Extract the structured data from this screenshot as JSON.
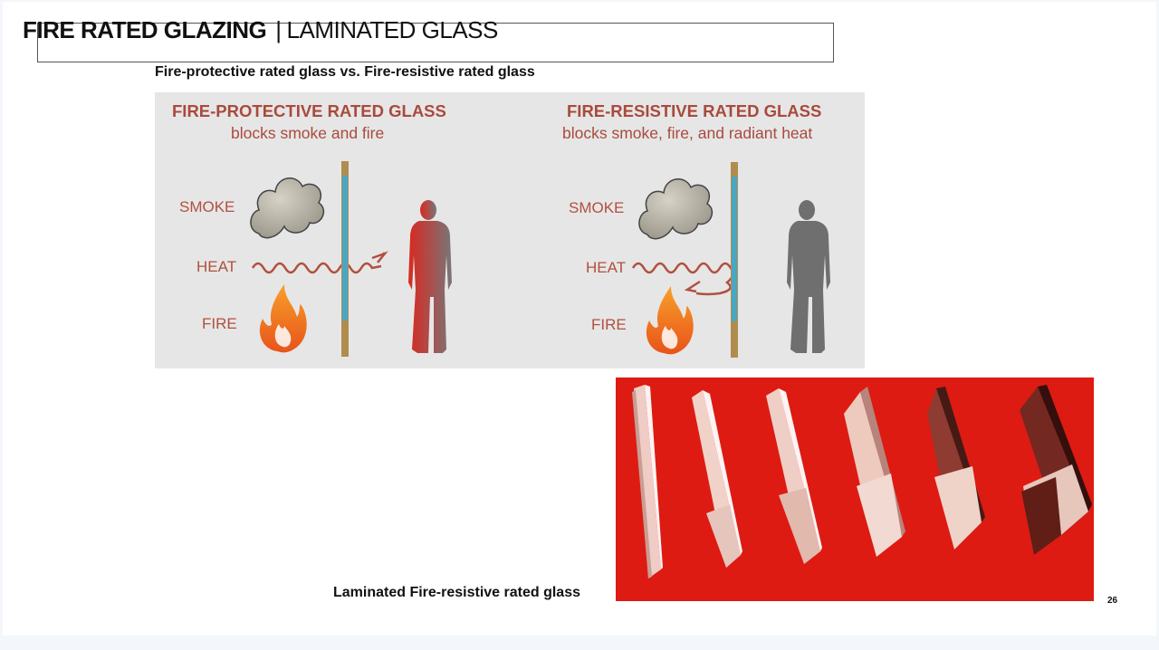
{
  "slide": {
    "title_bold": "FIRE RATED GLAZING",
    "title_separator": "|",
    "title_light": "LAMINATED GLASS",
    "subtitle": "Fire-protective rated glass vs. Fire-resistive rated glass",
    "caption": "Laminated Fire-resistive rated glass",
    "page_number": "26"
  },
  "diagram": {
    "left": {
      "title": "FIRE-PROTECTIVE RATED GLASS",
      "subtitle": "blocks smoke and fire",
      "labels": {
        "smoke": "SMOKE",
        "heat": "HEAT",
        "fire": "FIRE"
      }
    },
    "right": {
      "title": "FIRE-RESISTIVE RATED GLASS",
      "subtitle": "blocks smoke, fire, and radiant heat",
      "labels": {
        "smoke": "SMOKE",
        "heat": "HEAT",
        "fire": "FIRE"
      }
    }
  },
  "colors": {
    "label_red": "#b1503f",
    "glass_blue": "#4aa7c2",
    "frame_gold": "#b08d4e",
    "photo_red": "#dd1b12",
    "silhouette_gray": "#6f6f6f"
  },
  "icons": [
    "smoke-cloud-icon",
    "heat-wave-icon",
    "flame-icon",
    "person-silhouette-icon",
    "glass-pane-icon"
  ]
}
